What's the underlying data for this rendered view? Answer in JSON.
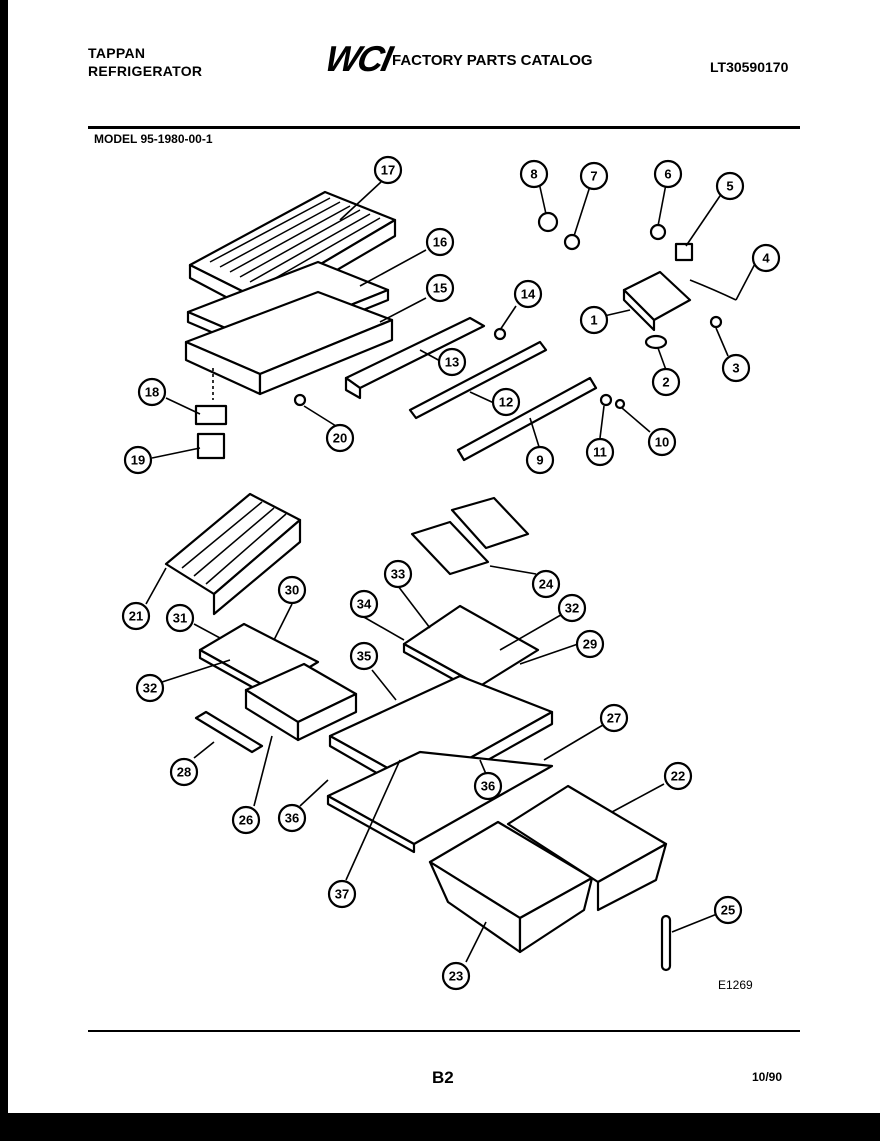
{
  "header": {
    "brand_line1": "TAPPAN",
    "brand_line2": "REFRIGERATOR",
    "logo": "WCI",
    "catalog_title": "FACTORY PARTS CATALOG",
    "catalog_number": "LT30590170",
    "model": "MODEL 95-1980-00-1"
  },
  "diagram": {
    "code": "E1269",
    "callouts": [
      "1",
      "2",
      "3",
      "4",
      "5",
      "6",
      "7",
      "8",
      "9",
      "10",
      "11",
      "12",
      "13",
      "14",
      "15",
      "16",
      "17",
      "18",
      "19",
      "20",
      "21",
      "22",
      "23",
      "24",
      "25",
      "26",
      "27",
      "28",
      "29",
      "30",
      "31",
      "32",
      "32",
      "33",
      "34",
      "35",
      "36",
      "36",
      "37"
    ]
  },
  "footer": {
    "page": "B2",
    "date": "10/90"
  }
}
